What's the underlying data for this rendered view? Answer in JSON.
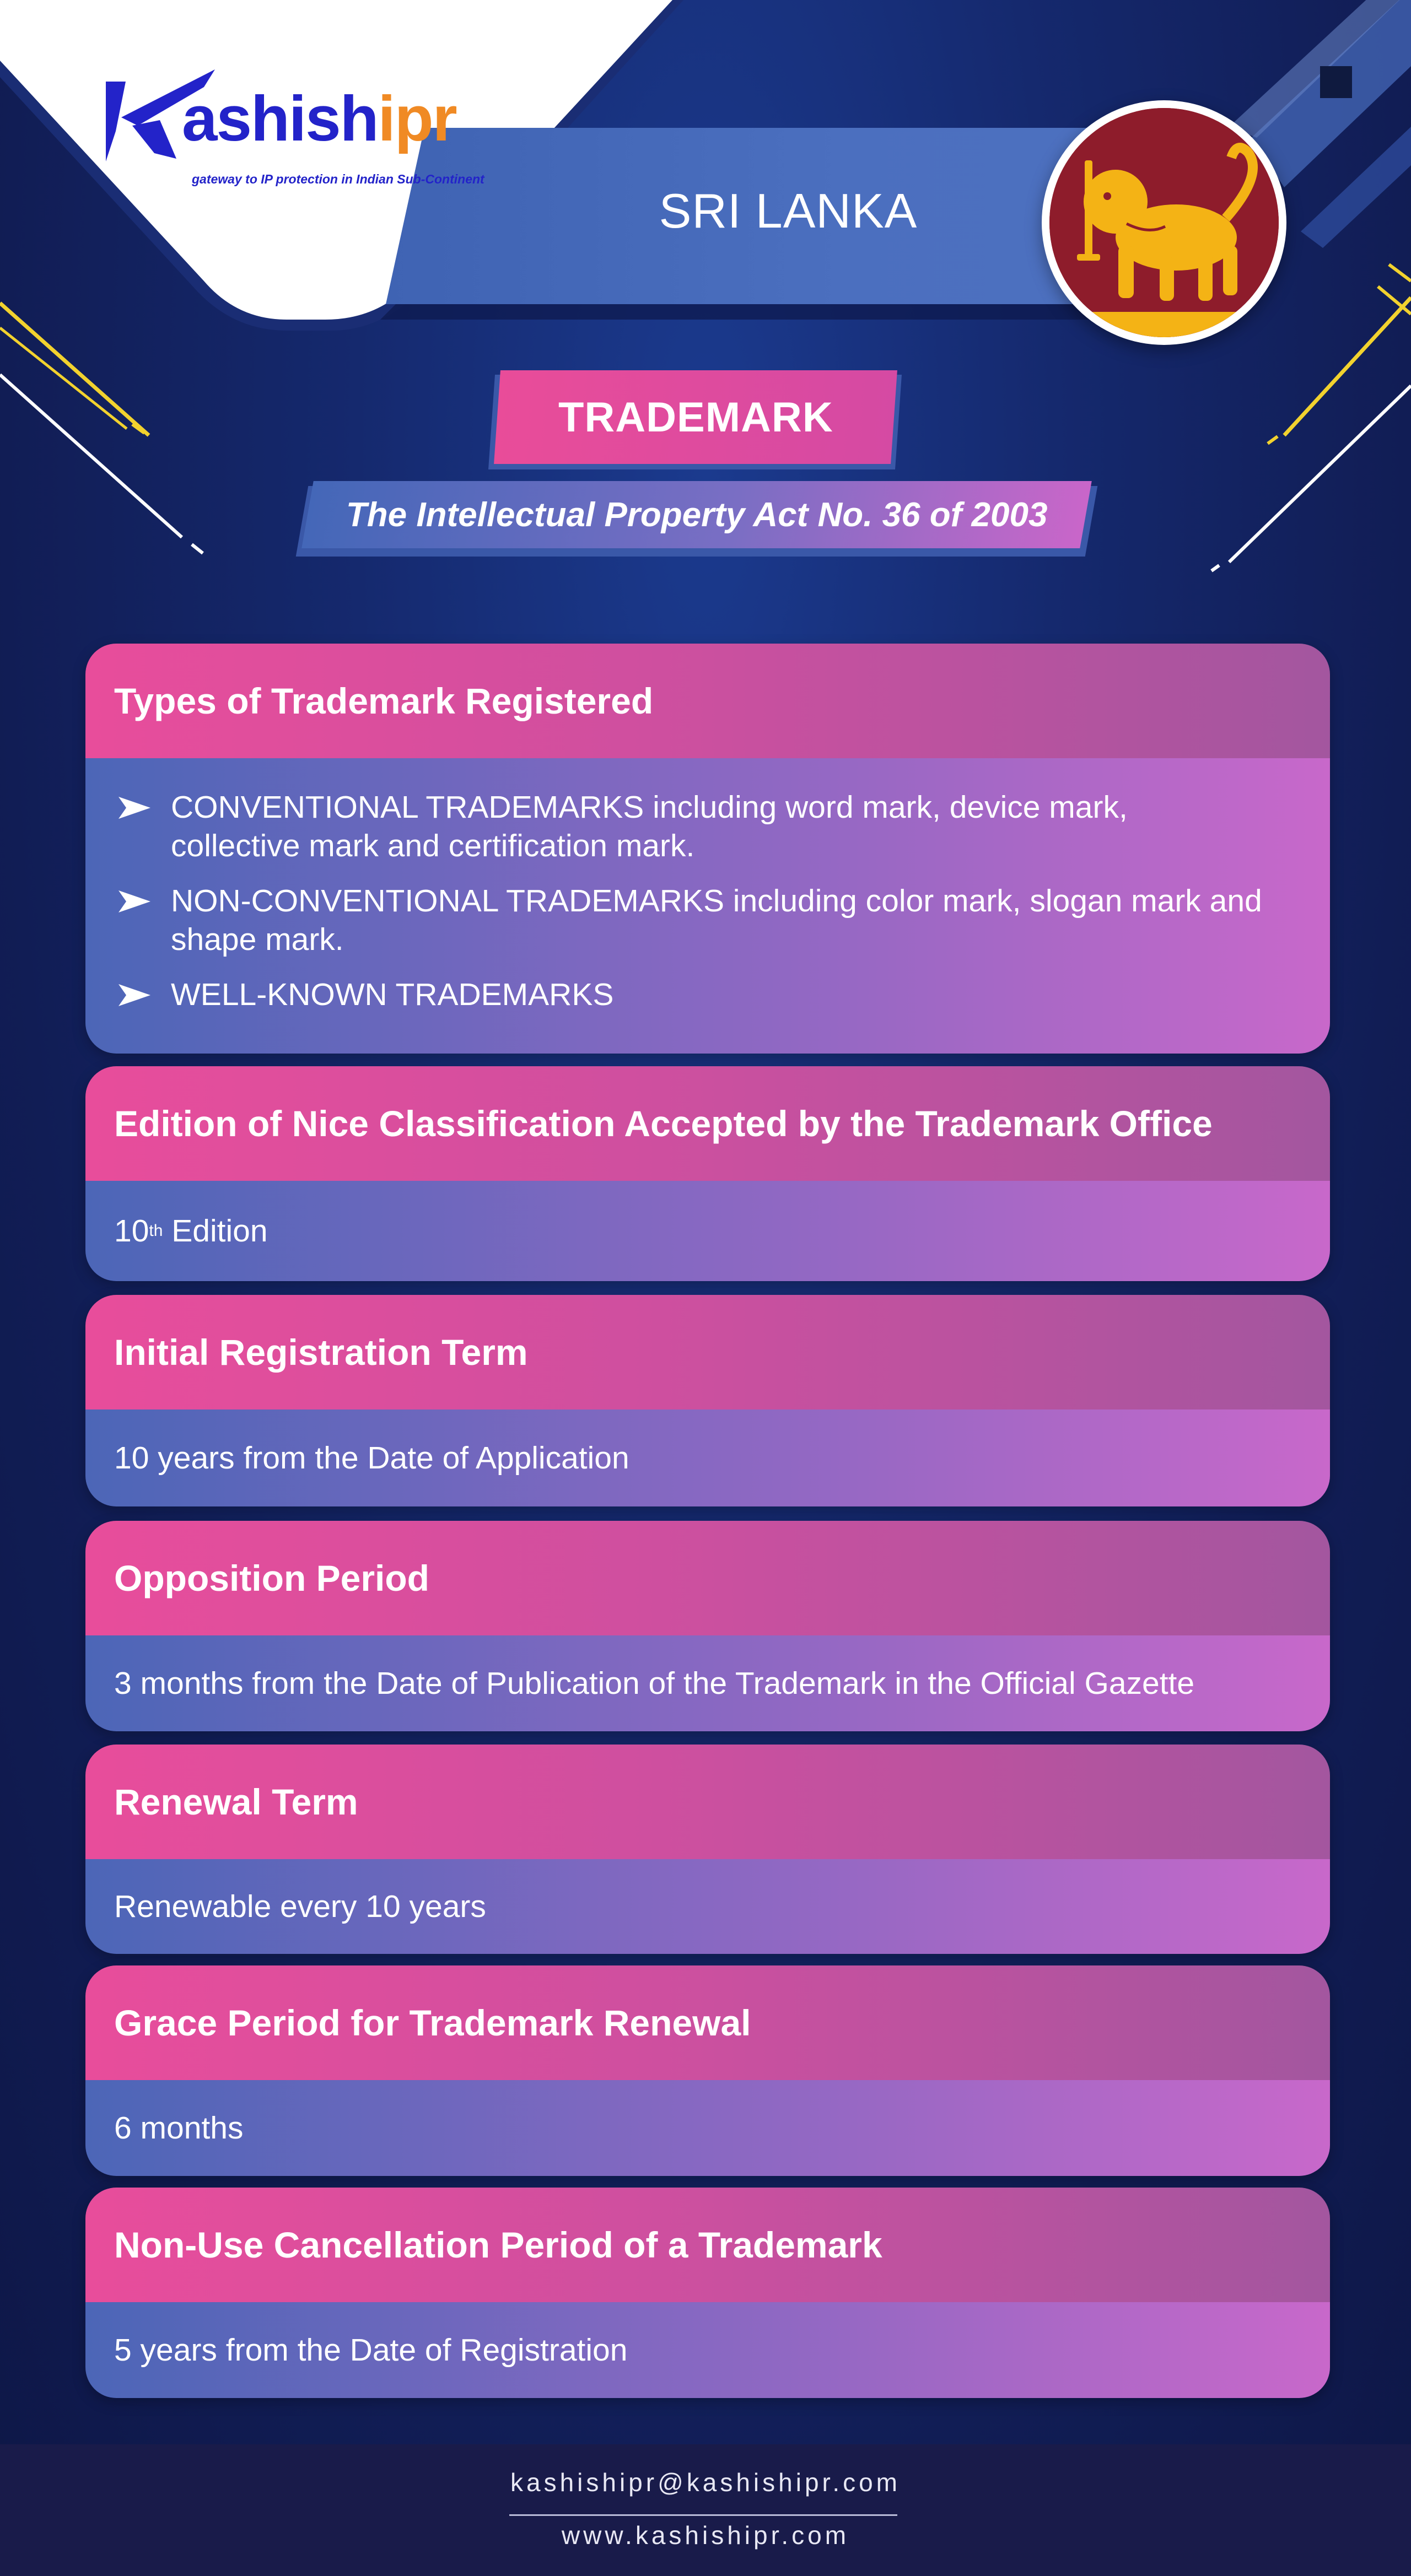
{
  "header": {
    "logo_brand_part1": "ashish",
    "logo_brand_part2": "ipr",
    "logo_tagline": "gateway to IP protection in Indian Sub-Continent",
    "country": "SRI LANKA",
    "flag_icon": "sri-lanka-lion-flag-icon"
  },
  "section_label": "TRADEMARK",
  "act_label": "The Intellectual Property Act No. 36 of 2003",
  "cards": {
    "types": {
      "title": "Types of Trademark Registered",
      "items": [
        {
          "line1": "CONVENTIONAL TRADEMARKS including word mark, device mark,",
          "line2": "collective mark and certification mark."
        },
        {
          "line1": "NON-CONVENTIONAL TRADEMARKS including color mark, slogan mark and",
          "line2": "shape mark."
        },
        {
          "line1": "WELL-KNOWN TRADEMARKS",
          "line2": ""
        }
      ]
    },
    "nice": {
      "title": "Edition of Nice Classification Accepted by the Trademark Office",
      "value_num": "10",
      "value_sup": "th",
      "value_rest": " Edition"
    },
    "initial": {
      "title": "Initial Registration Term",
      "value": "10 years from the Date of Application"
    },
    "opposition": {
      "title": "Opposition Period",
      "value": "3 months from the Date of Publication of the Trademark in the Official Gazette"
    },
    "renewal": {
      "title": "Renewal Term",
      "value": "Renewable every 10 years"
    },
    "grace": {
      "title": "Grace Period for Trademark Renewal",
      "value": "6 months"
    },
    "nonuse": {
      "title": "Non-Use Cancellation Period of a Trademark",
      "value": "5 years from the Date of Registration"
    }
  },
  "footer": {
    "email": "kashishipr@kashishipr.com",
    "website": "www.kashishipr.com"
  },
  "colors": {
    "background": "#15296e",
    "pink_accent": "#e84d9b",
    "band_blue": "#4b6fbf",
    "logo_blue": "#2323c9",
    "logo_orange": "#f08a24",
    "flag_maroon": "#8e1c2b",
    "flag_gold": "#f4b315"
  }
}
